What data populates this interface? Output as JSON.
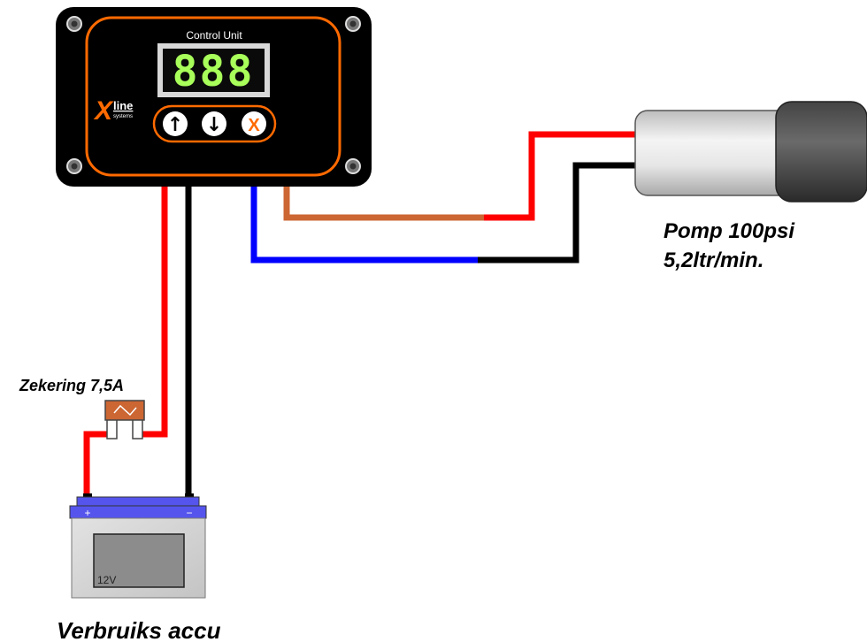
{
  "control_unit": {
    "title": "Control Unit",
    "display_value": "888",
    "brand_letter": "X",
    "brand_word": "line",
    "brand_sub": "systems",
    "buttons": [
      {
        "name": "up",
        "glyph": "↑"
      },
      {
        "name": "down",
        "glyph": "↓"
      },
      {
        "name": "cancel",
        "glyph": "X"
      }
    ]
  },
  "pump": {
    "label_line1": "Pomp 100psi",
    "label_line2": "5,2ltr/min."
  },
  "fuse": {
    "label": "Zekering 7,5A"
  },
  "battery": {
    "label": "Verbruiks accu",
    "voltage": "12V",
    "plus": "+",
    "minus": "−"
  },
  "colors": {
    "wire_red": "#ff0000",
    "wire_black": "#000000",
    "wire_blue": "#0000ff",
    "wire_orange": "#cc6633",
    "accent_orange": "#ff6a00",
    "display_green": "#a8ff5a",
    "battery_blue": "#5555ee",
    "battery_grey": "#d4d4d4"
  }
}
